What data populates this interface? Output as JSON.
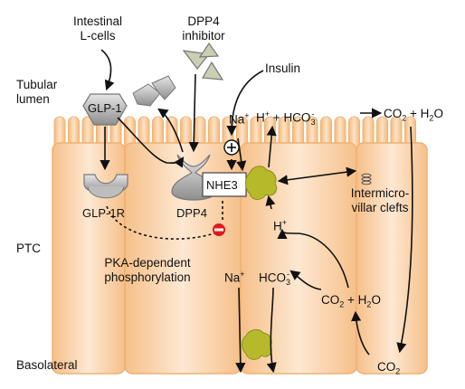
{
  "labels": {
    "intestinal_1": "Intestinal",
    "intestinal_2": "L-cells",
    "dpp4_inhibitor_1": "DPP4",
    "dpp4_inhibitor_2": "inhibitor",
    "tubular_1": "Tubular",
    "tubular_2": "lumen",
    "insulin": "Insulin",
    "glp1": "GLP-1",
    "glp1r": "GLP-1R",
    "dpp4": "DPP4",
    "nhe3": "NHE3",
    "ptc": "PTC",
    "basolateral": "Basolateral",
    "pka_1": "PKA-dependent",
    "pka_2": "phosphorylation",
    "intermicro_1": "Intermicro-",
    "intermicro_2": "villar clefts",
    "na_top": "Na",
    "h_top": "H",
    "hco3_top": "HCO",
    "co2_top": "CO",
    "h2o_top": "+ H",
    "h2o_top_o": "O",
    "h_mid": "H",
    "na_mid": "Na",
    "hco3_mid": "HCO",
    "co2_mid": "CO",
    "h2o_mid": "+ H",
    "h2o_mid_o": "O",
    "co2_bot": "CO",
    "plus": "+",
    "sub2": "2",
    "sub3": "3",
    "sup_plus": "+",
    "sup_minus": "-"
  },
  "colors": {
    "cell_light": "#fde6cc",
    "cell_mid": "#f7c48f",
    "cell_edge": "#eeb273",
    "transporter": "#b6ba2a",
    "receptor_grey": "#a8a8a8",
    "inhibitor_fill": "#c9cfb2",
    "inhibit_red": "#e01b1b"
  }
}
